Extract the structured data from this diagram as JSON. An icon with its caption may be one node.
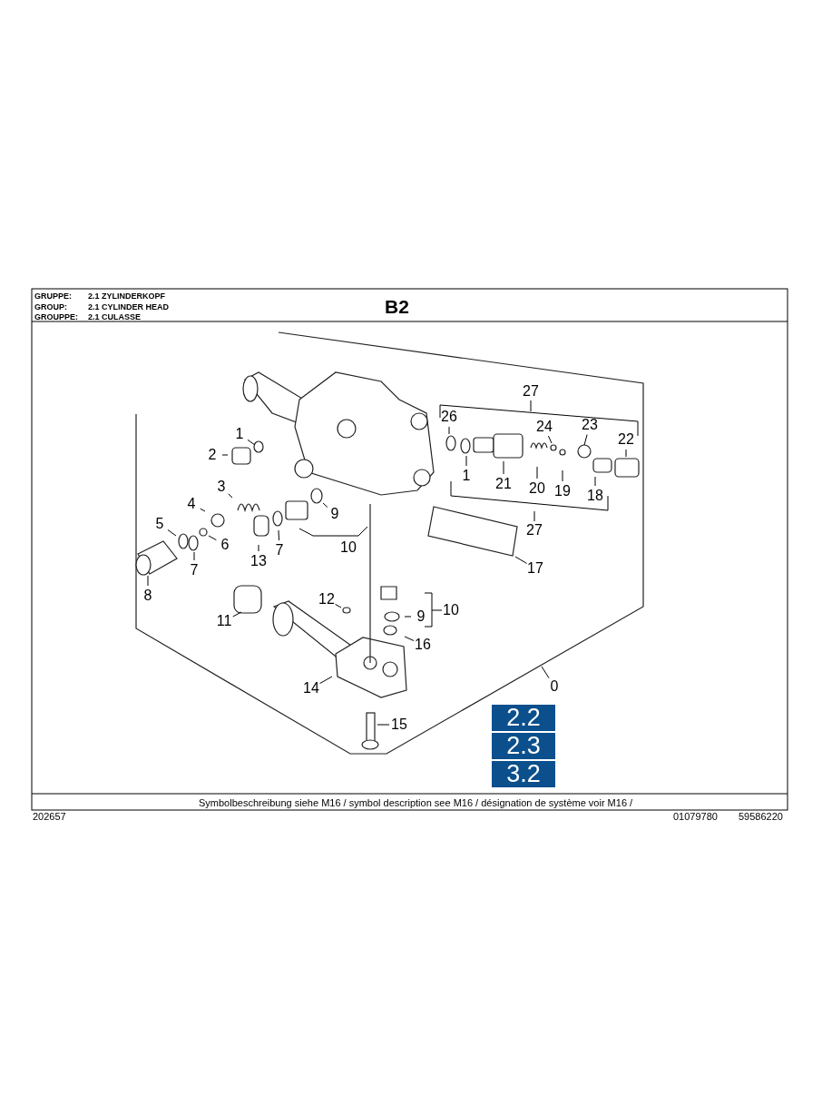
{
  "diagram": {
    "nodes": [
      {
        "text": [
          "1"
        ]
      },
      {
        "text": [
          "2"
        ]
      },
      {
        "text": [
          "3"
        ]
      },
      {
        "text": [
          "4"
        ]
      },
      {
        "text": [
          "5"
        ]
      },
      {
        "text": [
          "6"
        ]
      },
      {
        "text": [
          "7"
        ]
      },
      {
        "text": [
          "8"
        ]
      },
      {
        "text": [
          "26"
        ]
      },
      {
        "text": [
          "1"
        ]
      },
      {
        "text": [
          "24"
        ]
      },
      {
        "text": [
          "23"
        ]
      },
      {
        "text": [
          "22"
        ]
      },
      {
        "text": [
          "21"
        ]
      },
      {
        "text": [
          "20"
        ]
      },
      {
        "text": [
          "19"
        ]
      },
      {
        "text": [
          "18"
        ]
      },
      {
        "text": [
          "13"
        ]
      },
      {
        "text": [
          "7"
        ]
      },
      {
        "text": [
          "9"
        ]
      },
      {
        "text": [
          "17"
        ]
      },
      {
        "text": [
          "12"
        ]
      },
      {
        "text": [
          "11"
        ]
      },
      {
        "text": [
          "9"
        ]
      },
      {
        "text": [
          "16"
        ]
      },
      {
        "text": [
          "14"
        ]
      },
      {
        "text": [
          "15"
        ]
      },
      {
        "text": [
          "0"
        ]
      }
    ],
    "edges": [
      {
        "from": 0,
        "to": null,
        "arrow": "none"
      },
      {
        "from": 1,
        "to": null,
        "arrow": "none"
      },
      {
        "from": 2,
        "to": null,
        "arrow": "none"
      },
      {
        "from": 3,
        "to": null,
        "arrow": "none"
      },
      {
        "from": 4,
        "to": null,
        "arrow": "none"
      },
      {
        "from": 5,
        "to": null,
        "arrow": "none"
      },
      {
        "from": 6,
        "to": null,
        "arrow": "none"
      },
      {
        "from": 7,
        "to": null,
        "arrow": "none"
      },
      {
        "from": 8,
        "to": null,
        "arrow": "none"
      },
      {
        "from": 9,
        "to": null,
        "arrow": "none"
      },
      {
        "from": 10,
        "to": null,
        "arrow": "none"
      },
      {
        "from": 11,
        "to": null,
        "arrow": "none"
      },
      {
        "from": 12,
        "to": null,
        "arrow": "none"
      },
      {
        "from": 13,
        "to": null,
        "arrow": "none"
      },
      {
        "from": 14,
        "to": null,
        "arrow": "none"
      },
      {
        "from": 15,
        "to": null,
        "arrow": "none"
      },
      {
        "from": 16,
        "to": null,
        "arrow": "none"
      },
      {
        "from": 17,
        "to": null,
        "arrow": "none"
      },
      {
        "from": 18,
        "to": null,
        "arrow": "none"
      },
      {
        "from": 19,
        "to": null,
        "arrow": "none"
      },
      {
        "from": 20,
        "to": null,
        "arrow": "none"
      },
      {
        "from": 21,
        "to": null,
        "arrow": "none"
      },
      {
        "from": 22,
        "to": null,
        "arrow": "none"
      },
      {
        "from": 23,
        "to": null,
        "arrow": "none"
      },
      {
        "from": 24,
        "to": null,
        "arrow": "none"
      },
      {
        "from": 25,
        "to": null,
        "arrow": "none"
      },
      {
        "from": 26,
        "to": null,
        "arrow": "none"
      },
      {
        "from": 27,
        "to": null,
        "arrow": "none"
      }
    ],
    "labels": [
      "GRUPPE:",
      "2.1 ZYLINDERKOPF",
      "GROUP:",
      "2.1 CYLINDER HEAD",
      "GROUPPE:",
      "2.1 CULASSE",
      "B2",
      "27",
      "27",
      "10",
      "10",
      "2.2",
      "2.3",
      "3.2",
      "Symbolbeschreibung siehe M16 / symbol description see M16 / désignation de système voir M16 /",
      "202657",
      "01079780",
      "59586220"
    ]
  }
}
